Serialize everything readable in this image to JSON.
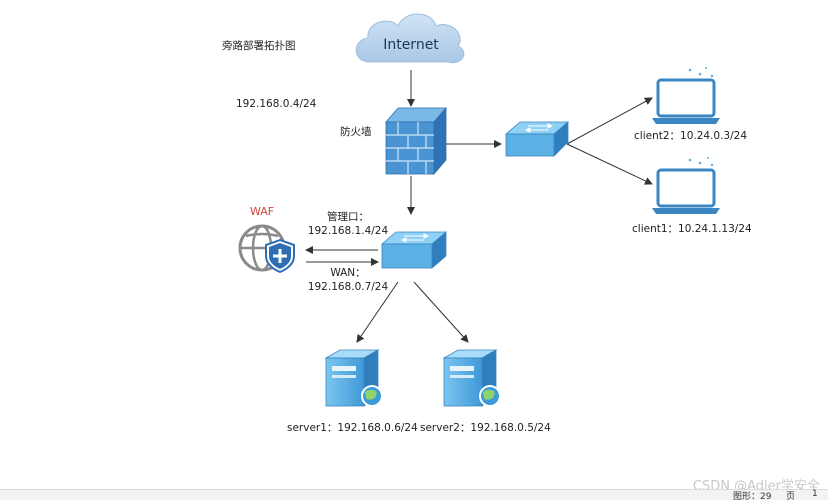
{
  "title": "旁路部署拓扑图",
  "firewall_ip": "192.168.0.4/24",
  "internet_label": "Internet",
  "firewall_label": "防火墙",
  "waf_label": "WAF",
  "mgmt": {
    "label": "管理口：",
    "ip": "192.168.1.4/24"
  },
  "wan": {
    "label": "WAN：",
    "ip": "192.168.0.7/24"
  },
  "client2_label": "client2：10.24.0.3/24",
  "client1_label": "client1：10.24.1.13/24",
  "server1_label": "server1：192.168.0.6/24",
  "server2_label": "server2：192.168.0.5/24",
  "watermark": "CSDN @Adler学安全",
  "statusbar": {
    "shapes": "图形：29",
    "page_label": "页",
    "page_num": "1"
  },
  "colors": {
    "device_blue": "#5bb0e4",
    "device_dark": "#2f7fbf",
    "firewall_blue": "#4a94d4",
    "waf_accent": "#d0413a"
  }
}
